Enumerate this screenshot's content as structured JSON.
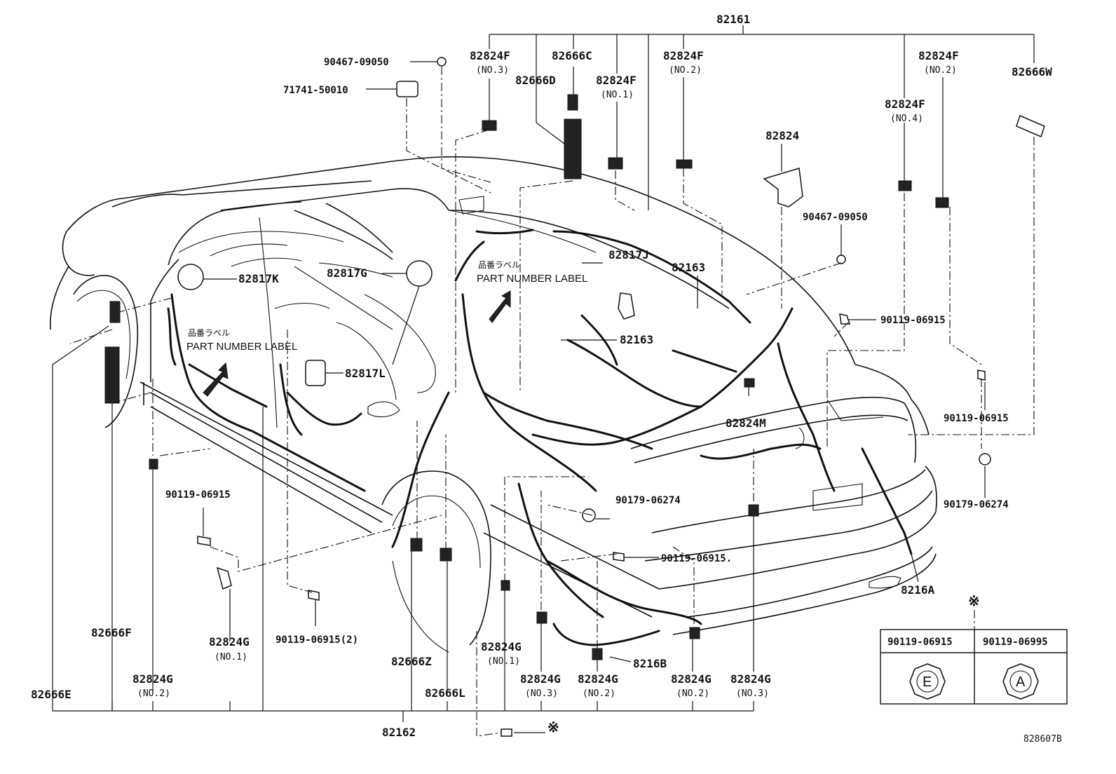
{
  "diagram": {
    "figure_id": "828607B",
    "labels": {
      "p82161": "82161",
      "p82162": "82162",
      "p90467_09050_top": "90467-09050",
      "p71741_50010": "71741-50010",
      "p82824F_no3": "82824F",
      "p82824F_no3_sub": "(NO.3)",
      "p82666C": "82666C",
      "p82666D": "82666D",
      "p82824F_no1": "82824F",
      "p82824F_no1_sub": "(NO.1)",
      "p82824F_no2_a": "82824F",
      "p82824F_no2_a_sub": "(NO.2)",
      "p82824F_no2_b": "82824F",
      "p82824F_no2_b_sub": "(NO.2)",
      "p82824F_no4": "82824F",
      "p82824F_no4_sub": "(NO.4)",
      "p82666W": "82666W",
      "p82824": "82824",
      "p90467_09050_right": "90467-09050",
      "p82817K": "82817K",
      "p82817G": "82817G",
      "p82817J": "82817J",
      "p82163_a": "82163",
      "p82163_b": "82163",
      "p82817L": "82817L",
      "p90119_06915_r1": "90119-06915",
      "p90119_06915_r2": "90119-06915",
      "p82824M": "82824M",
      "p90179_06274_mid": "90179-06274",
      "p90179_06274_right": "90179-06274",
      "p90119_06915_mid": "90119-06915.",
      "p90119_06915_left": "90119-06915",
      "p90119_06915_2": "90119-06915(2)",
      "p8216A": "8216A",
      "p8216B": "8216B",
      "p82666F": "82666F",
      "p82666E": "82666E",
      "p82824G_no1_a": "82824G",
      "p82824G_no1_a_sub": "(NO.1)",
      "p82824G_no2_a": "82824G",
      "p82824G_no2_a_sub": "(NO.2)",
      "p82666Z": "82666Z",
      "p82666L": "82666L",
      "p82824G_no1_b": "82824G",
      "p82824G_no1_b_sub": "(NO.1)",
      "p82824G_no3_a": "82824G",
      "p82824G_no3_a_sub": "(NO.3)",
      "p82824G_no2_b": "82824G",
      "p82824G_no2_b_sub": "(NO.2)",
      "p82824G_no2_c": "82824G",
      "p82824G_no2_c_sub": "(NO.2)",
      "p82824G_no3_b": "82824G",
      "p82824G_no3_b_sub": "(NO.3)",
      "part_label_jp_1": "品番ラベル",
      "part_label_en_1": "PART NUMBER LABEL",
      "part_label_jp_2": "品番ラベル",
      "part_label_en_2": "PART NUMBER LABEL",
      "ref_mark_bottom": "※",
      "ref_mark_table": "※"
    },
    "legend_table": {
      "col1_header": "90119-06915",
      "col2_header": "90119-06995",
      "col1_symbol": "E",
      "col2_symbol": "A"
    }
  }
}
